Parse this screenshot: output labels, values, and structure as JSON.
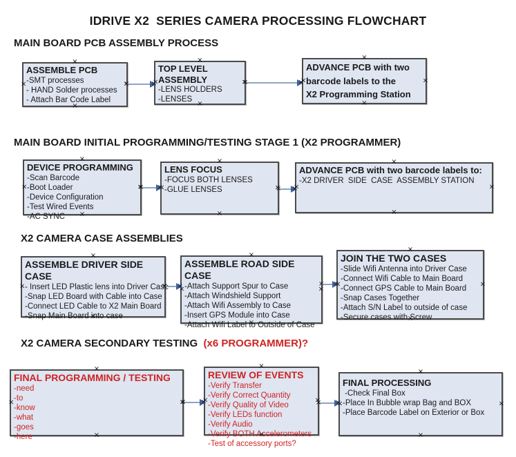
{
  "title": "IDRIVE X2  SERIES CAMERA PROCESSING FLOWCHART",
  "colors": {
    "box_fill": "#dfe5f1",
    "box_border": "#4a4a4a",
    "accent_red": "#ce2424",
    "arrow_line": "#8da4c4",
    "arrow_head": "#41619f",
    "text": "#1a1a1a"
  },
  "sections": [
    {
      "heading": {
        "text": "MAIN BOARD PCB ASSEMBLY PROCESS",
        "suffix": ""
      },
      "boxes": [
        {
          "title": "ASSEMBLE PCB",
          "lines": [
            "-SMT processes",
            "- HAND Solder processes",
            "- Attach Bar Code Label"
          ]
        },
        {
          "title": "TOP LEVEL ASSEMBLY",
          "lines": [
            "-LENS HOLDERS",
            "-LENSES"
          ]
        },
        {
          "title": "ADVANCE PCB with two\nbarcode labels to the\n X2 Programming Station",
          "lines": []
        }
      ]
    },
    {
      "heading": {
        "text": "MAIN BOARD INITIAL PROGRAMMING/TESTING STAGE 1 (X2 PROGRAMMER)",
        "suffix": ""
      },
      "boxes": [
        {
          "title": "DEVICE PROGRAMMING",
          "lines": [
            "-Scan Barcode",
            "-Boot Loader",
            "-Device Configuration",
            "-Test Wired Events",
            "-AC SYNC"
          ]
        },
        {
          "title": "LENS FOCUS",
          "lines": [
            "-FOCUS BOTH LENSES",
            "-GLUE LENSES"
          ]
        },
        {
          "title": "ADVANCE PCB with two barcode labels to:",
          "lines": [
            "-X2 DRIVER  SIDE  CASE  ASSEMBLY STATION"
          ]
        }
      ]
    },
    {
      "heading": {
        "text": "X2 CAMERA CASE ASSEMBLIES",
        "suffix": ""
      },
      "boxes": [
        {
          "title": "ASSEMBLE DRIVER SIDE CASE",
          "lines": [
            "- Insert LED Plastic lens into Driver Case",
            "-Snap LED Board with Cable into Case",
            "-Connect LED Cable to X2 Main Board",
            "-Snap Main Board into case"
          ]
        },
        {
          "title": "ASSEMBLE ROAD SIDE CASE",
          "lines": [
            "-Attach Support Spur to Case",
            "-Attach Windshield Support",
            "-Attach Wifi Assembly to Case",
            "-Insert GPS Module into Case",
            "-Attach Wifi Label to Outside of Case"
          ]
        },
        {
          "title": "JOIN THE TWO CASES",
          "lines": [
            "-Slide Wifi Antenna into Driver Case",
            "-Connect Wifi Cable to Main Board",
            "-Connect GPS Cable to Main Board",
            "-Snap Cases Together",
            "-Attach S/N Label to outside of case",
            "-Secure cases with Screw"
          ]
        }
      ]
    },
    {
      "heading": {
        "text": "X2 CAMERA SECONDARY TESTING ",
        "suffix": " (x6 PROGRAMMER)?"
      },
      "boxes": [
        {
          "title": "FINAL PROGRAMMING / TESTING",
          "lines": [
            "-need",
            "-to",
            "-know",
            "-what",
            "-goes",
            "-here"
          ]
        },
        {
          "title": "REVIEW OF EVENTS",
          "lines": [
            "-Verify Transfer",
            "-Verify Correct Quantity",
            "-Verify Quality of Video",
            "-Verify LEDs function",
            "-Verify Audio",
            "-Verify BOTH Accelerometers",
            "-Test of accessory ports?"
          ]
        },
        {
          "title": "FINAL PROCESSING",
          "lines": [
            " -Check Final Box",
            "-Place In Bubble wrap Bag and BOX",
            "-Place Barcode Label on Exterior or Box"
          ]
        }
      ]
    }
  ]
}
